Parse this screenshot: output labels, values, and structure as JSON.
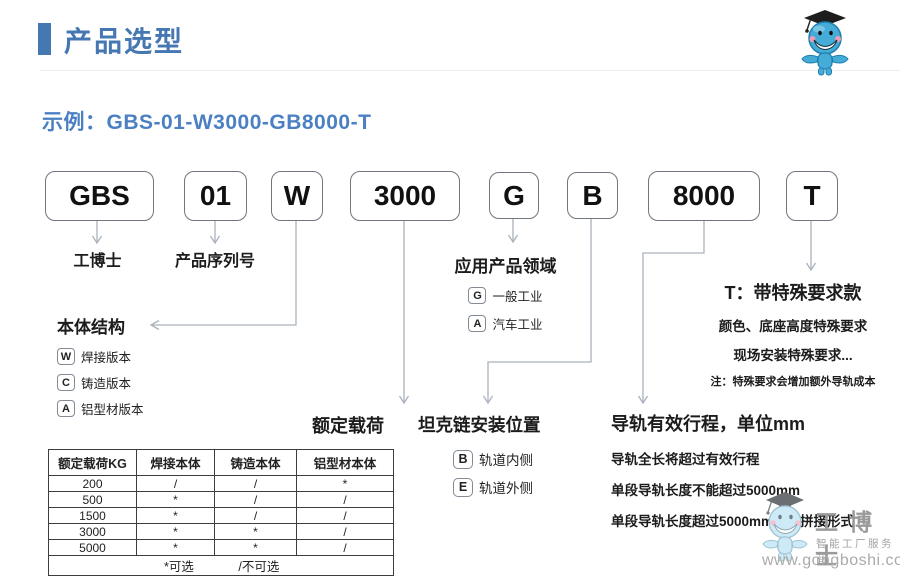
{
  "header": {
    "title": "产品选型"
  },
  "example": {
    "text": "示例：GBS-01-W3000-GB8000-T"
  },
  "code_boxes": [
    "GBS",
    "01",
    "W",
    "3000",
    "G",
    "B",
    "8000",
    "T"
  ],
  "labels": {
    "gbs": "工博士",
    "serial": "产品序列号"
  },
  "body_structure": {
    "title": "本体结构",
    "options": [
      {
        "code": "W",
        "label": "焊接版本"
      },
      {
        "code": "C",
        "label": "铸造版本"
      },
      {
        "code": "A",
        "label": "铝型材版本"
      }
    ]
  },
  "application": {
    "title": "应用产品领域",
    "options": [
      {
        "code": "G",
        "label": "一般工业"
      },
      {
        "code": "A",
        "label": "汽车工业"
      }
    ]
  },
  "special": {
    "title": "T：带特殊要求款",
    "line1": "颜色、底座高度特殊要求",
    "line2": "现场安装特殊要求...",
    "note": "注：特殊要求会增加额外导轨成本"
  },
  "rated_load": {
    "title": "额定载荷"
  },
  "chain": {
    "title": "坦克链安装位置",
    "options": [
      {
        "code": "B",
        "label": "轨道内侧"
      },
      {
        "code": "E",
        "label": "轨道外侧"
      }
    ]
  },
  "rail": {
    "title": "导轨有效行程，单位mm",
    "line1": "导轨全长将超过有效行程",
    "line2": "单段导轨长度不能超过5000mm",
    "line3": "单段导轨长度超过5000mm，为拼接形式"
  },
  "table": {
    "headers": [
      "额定载荷KG",
      "焊接本体",
      "铸造本体",
      "铝型材本体"
    ],
    "rows": [
      [
        "200",
        "/",
        "/",
        "*"
      ],
      [
        "500",
        "*",
        "/",
        "/"
      ],
      [
        "1500",
        "*",
        "/",
        "/"
      ],
      [
        "3000",
        "*",
        "*",
        "/"
      ],
      [
        "5000",
        "*",
        "*",
        "/"
      ]
    ],
    "footer": {
      "optional": "*可选",
      "not_optional": "/不可选"
    }
  },
  "watermark": {
    "brand": "工博士",
    "tagline": "智能工厂服务商",
    "url": "www.gongboshi.com"
  },
  "colors": {
    "accent_blue": "#4577b2",
    "example_blue": "#4b80c2",
    "wire_gray": "#abb2bd",
    "table_border": "#3c3c3c"
  }
}
